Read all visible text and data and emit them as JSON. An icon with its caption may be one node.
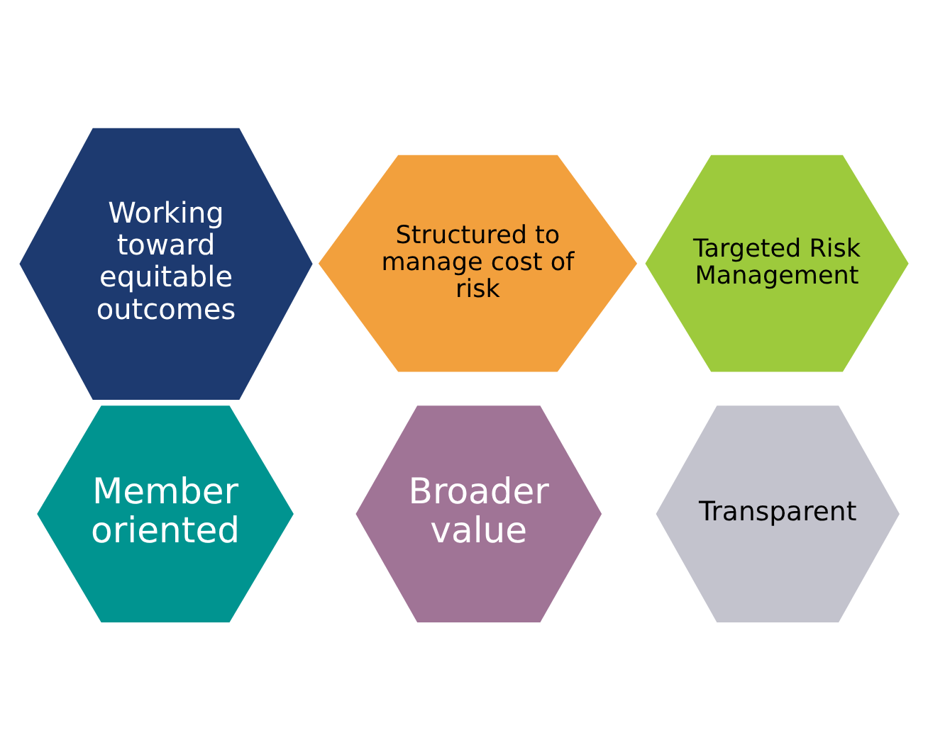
{
  "diagram": {
    "nodes": [
      {
        "text": [
          "Member oriented"
        ]
      },
      {
        "text": [
          "Structured to manage cost of risk"
        ]
      },
      {
        "text": [
          "Broader value"
        ]
      },
      {
        "text": [
          "Transparent"
        ]
      },
      {
        "text": [
          "Working toward equitable outcomes"
        ]
      },
      {
        "text": [
          "Targeted Risk Management"
        ]
      }
    ]
  }
}
